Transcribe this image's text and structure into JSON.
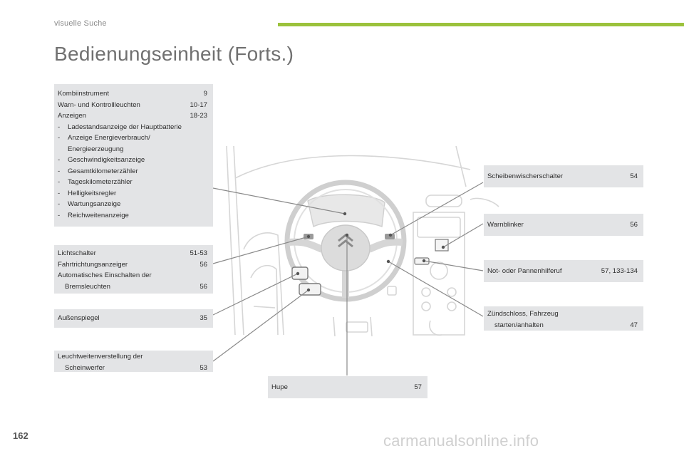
{
  "header": {
    "section": "visuelle Suche",
    "accent_color": "#9bc23c"
  },
  "page_title": "Bedienungseinheit (Forts.)",
  "boxes": {
    "cluster": {
      "rows": [
        {
          "label": "Kombiinstrument",
          "page": "9"
        },
        {
          "label": "Warn- und Kontrollleuchten",
          "page": "10-17"
        },
        {
          "label": "Anzeigen",
          "page": "18-23"
        }
      ],
      "subitems": [
        "Ladestandsanzeige der Hauptbatterie",
        "Anzeige Energieverbrauch/",
        "Energieerzeugung",
        "Geschwindigkeitsanzeige",
        "Gesamtkilometerzähler",
        "Tageskilometerzähler",
        "Helligkeitsregler",
        "Wartungsanzeige",
        "Reichweitenanzeige"
      ],
      "dash": "-"
    },
    "lights": {
      "rows": [
        {
          "label": "Lichtschalter",
          "page": "51-53"
        },
        {
          "label": "Fahrtrichtungsanzeiger",
          "page": "56"
        }
      ],
      "auto_line1": "Automatisches Einschalten der",
      "auto_line2": "Bremsleuchten",
      "auto_page": "56"
    },
    "mirrors": {
      "label": "Außenspiegel",
      "page": "35"
    },
    "headlamp": {
      "line1": "Leuchtweitenverstellung der",
      "line2": "Scheinwerfer",
      "page": "53"
    },
    "horn": {
      "label": "Hupe",
      "page": "57"
    },
    "wipers": {
      "label": "Scheibenwischerschalter",
      "page": "54"
    },
    "hazard": {
      "label": "Warnblinker",
      "page": "56"
    },
    "emergency": {
      "label": "Not- oder Pannenhilferuf",
      "page": "57, 133-134"
    },
    "ignition": {
      "line1": "Zündschloss, Fahrzeug",
      "line2": "starten/anhalten",
      "page": "47"
    }
  },
  "footer": {
    "page_number": "162",
    "watermark": "carmanualsonline.info"
  }
}
